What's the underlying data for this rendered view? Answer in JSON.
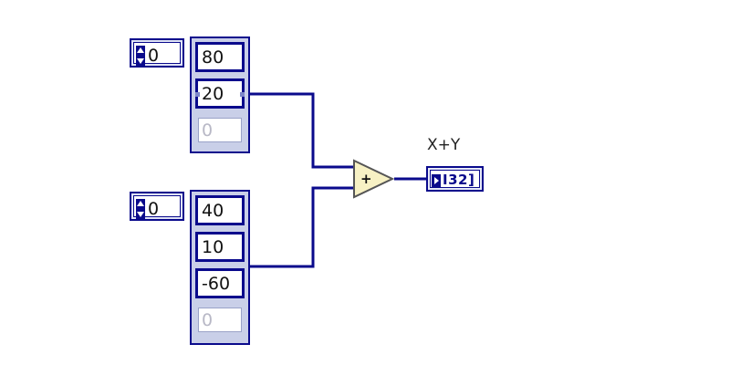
{
  "arrays": [
    {
      "index": "0",
      "elements": [
        "80",
        "20",
        "0"
      ]
    },
    {
      "index": "0",
      "elements": [
        "40",
        "10",
        "-60",
        "0"
      ]
    }
  ],
  "add_node": {
    "symbol": "+"
  },
  "indicator": {
    "label": "X+Y",
    "type_text": "I32]"
  },
  "colors": {
    "wire": "#0a0a8c",
    "array_frame": "#0a0a8c",
    "add_fill": "#f7f1c4"
  }
}
